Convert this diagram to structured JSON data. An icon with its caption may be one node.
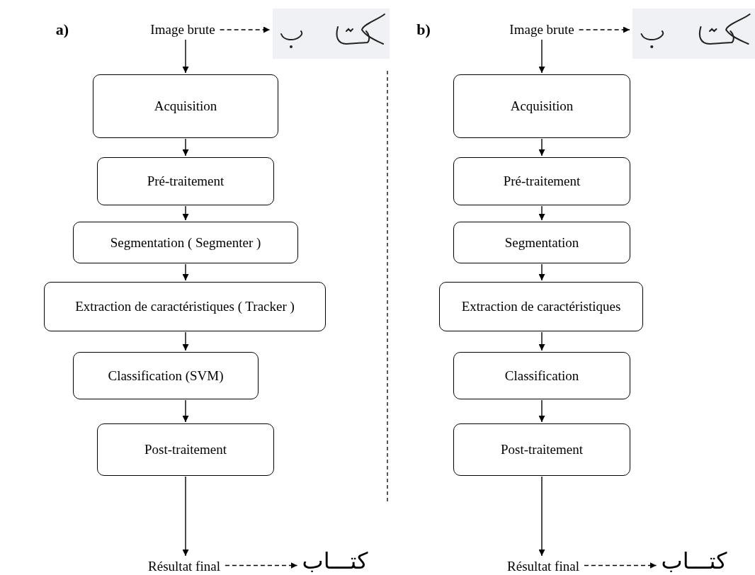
{
  "diagram": {
    "nodes": [
      {
        "text": [
          "Image brute"
        ]
      },
      {
        "text": [],
        "shape": "picture"
      },
      {
        "text": [
          "Acquisition"
        ]
      },
      {
        "text": [
          "Pré-traitement"
        ]
      },
      {
        "text": [
          "Segmentation ( Segmenter )"
        ]
      },
      {
        "text": [
          "Extraction de caractéristiques ( Tracker )"
        ]
      },
      {
        "text": [
          "Classification (SVM)"
        ]
      },
      {
        "text": [
          "Post-traitement"
        ]
      },
      {
        "text": [
          "Résultat final"
        ]
      },
      {
        "text": [
          "كتـــاب"
        ]
      },
      {
        "text": [
          "Image brute"
        ]
      },
      {
        "text": [],
        "shape": "picture"
      },
      {
        "text": [
          "Acquisition"
        ]
      },
      {
        "text": [
          "Pré-traitement"
        ]
      },
      {
        "text": [
          "Segmentation"
        ]
      },
      {
        "text": [
          "Extraction de caractéristiques"
        ]
      },
      {
        "text": [
          "Classification"
        ]
      },
      {
        "text": [
          "Post-traitement"
        ]
      },
      {
        "text": [
          "Résultat final"
        ]
      },
      {
        "text": [
          "كتـــاب"
        ]
      }
    ],
    "edges": [
      {
        "from": 0,
        "to": 1,
        "arrow": "to",
        "style": "dashed"
      },
      {
        "from": 0,
        "to": 2,
        "arrow": "to"
      },
      {
        "from": 2,
        "to": 3,
        "arrow": "to"
      },
      {
        "from": 3,
        "to": 4,
        "arrow": "to"
      },
      {
        "from": 4,
        "to": 5,
        "arrow": "to"
      },
      {
        "from": 5,
        "to": 6,
        "arrow": "to"
      },
      {
        "from": 6,
        "to": 7,
        "arrow": "to"
      },
      {
        "from": 7,
        "to": 8,
        "arrow": "to"
      },
      {
        "from": 8,
        "to": 9,
        "arrow": "to",
        "style": "dashed"
      },
      {
        "from": 10,
        "to": 11,
        "arrow": "to",
        "style": "dashed"
      },
      {
        "from": 10,
        "to": 12,
        "arrow": "to"
      },
      {
        "from": 12,
        "to": 13,
        "arrow": "to"
      },
      {
        "from": 13,
        "to": 14,
        "arrow": "to"
      },
      {
        "from": 14,
        "to": 15,
        "arrow": "to"
      },
      {
        "from": 15,
        "to": 16,
        "arrow": "to"
      },
      {
        "from": 16,
        "to": 17,
        "arrow": "to"
      },
      {
        "from": 17,
        "to": 18,
        "arrow": "to"
      },
      {
        "from": 18,
        "to": 19,
        "arrow": "to",
        "style": "dashed"
      }
    ],
    "labels": [
      "a)",
      "b)"
    ]
  }
}
